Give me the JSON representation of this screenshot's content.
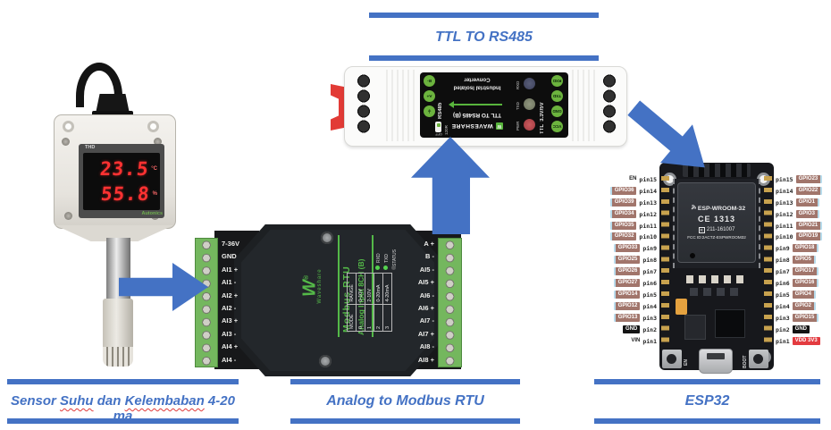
{
  "captions": {
    "top": "TTL TO RS485",
    "bottom_left_parts": {
      "p1": "Sensor ",
      "p2": "Suhu",
      "p3": " dan ",
      "p4": "Kelembaban",
      "p5": " 4-20 ma"
    },
    "bottom_mid": "Analog to Modbus RTU",
    "bottom_right": "ESP32"
  },
  "sensor": {
    "model": "THD",
    "temperature": "23.5",
    "temp_unit": "°C",
    "humidity": "55.8",
    "humidity_unit": "%",
    "brand": "Autonics"
  },
  "modbus": {
    "brand": "Waveshare",
    "logo": "W",
    "reg": "®",
    "title": "Modbus RTU",
    "subtitle": "Analog Input 8CH (B)",
    "left_terminals": [
      "7-36V",
      "GND",
      "AI1 +",
      "AI1 -",
      "AI2 +",
      "AI2 -",
      "AI3 +",
      "AI3 -",
      "AI4 +",
      "AI4 -"
    ],
    "right_terminals": [
      "A +",
      "B -",
      "AI5 -",
      "AI5 +",
      "AI6 -",
      "AI6 +",
      "AI7 -",
      "AI7 +",
      "AI8 -",
      "AI8 +"
    ],
    "leds": {
      "l1": "RXD",
      "l2": "TXD",
      "l3": "STATUS"
    },
    "table": {
      "h1": "MODE",
      "h2": "RANGE",
      "rows": [
        [
          "0",
          "0-10V"
        ],
        [
          "1",
          "2-10V"
        ],
        [
          "2",
          "0-20mA"
        ],
        [
          "3",
          "4-20mA"
        ]
      ]
    }
  },
  "ttl": {
    "brand": "WAVESHARE",
    "title": "TTL TO RS485 (B)",
    "line1": "Industrial Isolated",
    "line2": "Converter",
    "rs485_label": "RS485",
    "rs485_pins": {
      "p1": "B-",
      "p2": "A+",
      "p3": "⏚"
    },
    "res": "120R",
    "res_off": "OFF",
    "leds": {
      "l1": "RXD",
      "l2": "TXD",
      "l3": "PWR"
    },
    "ttl_label": "TTL  3.3V/5V",
    "ttl_pins": {
      "p1": "RXD",
      "p2": "TXD",
      "p3": "GND",
      "p4": "VCC"
    }
  },
  "esp32": {
    "module": "ESP-WROOM-32",
    "ce": "CE 1313",
    "cert_r": "R",
    "cert_no": "211-161007",
    "fcc": "FCC ID:2ACTZ-ESPWROOM32",
    "btn_en": "EN",
    "btn_boot": "BOOT",
    "left_pins": [
      {
        "gpio": "EN",
        "pin": "pin15",
        "badge": "none"
      },
      {
        "gpio": "GPIO36",
        "pin": "pin14",
        "badge": "brown"
      },
      {
        "gpio": "GPIO39",
        "pin": "pin13",
        "badge": "brown"
      },
      {
        "gpio": "GPIO34",
        "pin": "pin12",
        "badge": "brown"
      },
      {
        "gpio": "GPIO35",
        "pin": "pin11",
        "badge": "brown"
      },
      {
        "gpio": "GPIO32",
        "pin": "pin10",
        "badge": "brown"
      },
      {
        "gpio": "GPIO33",
        "pin": "pin9",
        "badge": "brown"
      },
      {
        "gpio": "GPIO25",
        "pin": "pin8",
        "badge": "brown"
      },
      {
        "gpio": "GPIO26",
        "pin": "pin7",
        "badge": "brown"
      },
      {
        "gpio": "GPIO27",
        "pin": "pin6",
        "badge": "brown"
      },
      {
        "gpio": "GPIO14",
        "pin": "pin5",
        "badge": "brown"
      },
      {
        "gpio": "GPIO12",
        "pin": "pin4",
        "badge": "brown"
      },
      {
        "gpio": "GPIO13",
        "pin": "pin3",
        "badge": "brown"
      },
      {
        "gpio": "GND",
        "pin": "pin2",
        "badge": "black"
      },
      {
        "gpio": "VIN",
        "pin": "pin1",
        "badge": "none"
      }
    ],
    "right_pins": [
      {
        "pin": "pin15",
        "gpio": "GPIO23",
        "badge": "brown"
      },
      {
        "pin": "pin14",
        "gpio": "GPIO22",
        "badge": "brown"
      },
      {
        "pin": "pin13",
        "gpio": "GPIO1",
        "badge": "brown"
      },
      {
        "pin": "pin12",
        "gpio": "GPIO3",
        "badge": "brown"
      },
      {
        "pin": "pin11",
        "gpio": "GPIO21",
        "badge": "brown"
      },
      {
        "pin": "pin10",
        "gpio": "GPIO19",
        "badge": "brown"
      },
      {
        "pin": "pin9",
        "gpio": "GPIO18",
        "badge": "brown"
      },
      {
        "pin": "pin8",
        "gpio": "GPIO5",
        "badge": "brown"
      },
      {
        "pin": "pin7",
        "gpio": "GPIO17",
        "badge": "brown"
      },
      {
        "pin": "pin6",
        "gpio": "GPIO16",
        "badge": "brown"
      },
      {
        "pin": "pin5",
        "gpio": "GPIO4",
        "badge": "brown"
      },
      {
        "pin": "pin4",
        "gpio": "GPIO2",
        "badge": "brown"
      },
      {
        "pin": "pin3",
        "gpio": "GPIO15",
        "badge": "brown"
      },
      {
        "pin": "pin2",
        "gpio": "GND",
        "badge": "black"
      },
      {
        "pin": "pin1",
        "gpio": "VDD 3V3",
        "badge": "red"
      }
    ]
  },
  "colors": {
    "accent_blue": "#4472C4",
    "modbus_green": "#54b948",
    "terminal_green": "#74b75e",
    "seg_red": "#ff3232",
    "din_clip_red": "#e23b36"
  }
}
